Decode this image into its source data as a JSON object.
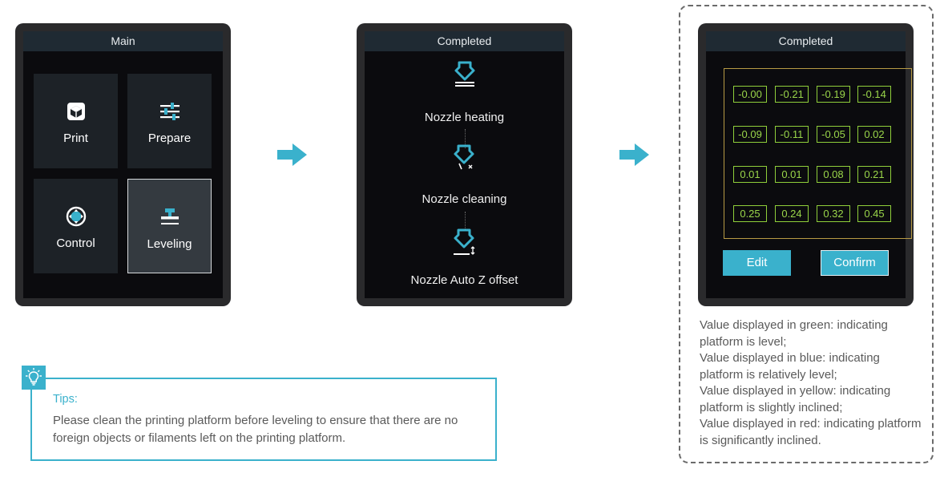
{
  "panel1": {
    "title": "Main",
    "tiles": [
      {
        "label": "Print",
        "icon": "print-icon"
      },
      {
        "label": "Prepare",
        "icon": "sliders-icon"
      },
      {
        "label": "Control",
        "icon": "dpad-icon"
      },
      {
        "label": "Leveling",
        "icon": "leveling-icon"
      }
    ],
    "selected": "Leveling"
  },
  "panel2": {
    "title": "Completed",
    "steps": [
      {
        "label": "Nozzle heating",
        "icon": "nozzle-heating-icon"
      },
      {
        "label": "Nozzle cleaning",
        "icon": "nozzle-cleaning-icon"
      },
      {
        "label": "Nozzle Auto Z offset",
        "icon": "nozzle-z-offset-icon"
      }
    ]
  },
  "panel3": {
    "title": "Completed",
    "rows": [
      [
        "-0.00",
        "-0.21",
        "-0.19",
        "-0.14"
      ],
      [
        "-0.09",
        "-0.11",
        "-0.05",
        "0.02"
      ],
      [
        "0.01",
        "0.01",
        "0.08",
        "0.21"
      ],
      [
        "0.25",
        "0.24",
        "0.32",
        "0.45"
      ]
    ],
    "edit_label": "Edit",
    "confirm_label": "Confirm"
  },
  "legend": [
    "Value displayed in green: indicating platform is level;",
    "Value displayed in blue: indicating platform is relatively level;",
    "Value displayed in yellow: indicating platform is slightly inclined;",
    "Value displayed in red: indicating platform is significantly inclined."
  ],
  "tips": {
    "title": "Tips:",
    "text": "Please clean the printing platform before leveling to ensure that there are no foreign objects or filaments left on the printing platform."
  },
  "colors": {
    "accent": "#3ab1cc",
    "level_green": "#9ad64a",
    "grid_border": "#b89b45",
    "screen_bg": "#0b0b0e"
  }
}
